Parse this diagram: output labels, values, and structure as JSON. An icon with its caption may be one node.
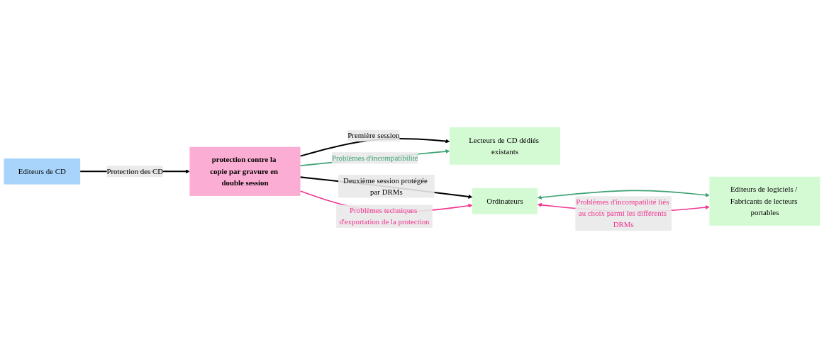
{
  "diagram": {
    "nodes": [
      {
        "text": [
          "Editeurs de CD"
        ]
      },
      {
        "text": [
          "protection contre la copie par gravure en double session"
        ]
      },
      {
        "text": [
          "Lecteurs de CD dédiés existants"
        ]
      },
      {
        "text": [
          "Ordinateurs"
        ]
      },
      {
        "text": [
          "Editeurs de logiciels / Fabricants de lecteurs portables"
        ]
      }
    ],
    "edges": [
      {
        "from": 0,
        "to": 1,
        "arrow": "to",
        "label": "Protection des CD"
      },
      {
        "from": 1,
        "to": 2,
        "arrow": "to",
        "label": "Première session"
      },
      {
        "from": 1,
        "to": 3,
        "arrow": "to",
        "label": "Deuxième session protégée par DRMs"
      },
      {
        "from": 1,
        "to": 2,
        "arrow": "to",
        "label": "Problèmes d'incompatibilité",
        "color": "#3fa274"
      },
      {
        "from": 1,
        "to": 3,
        "arrow": "to",
        "label": "Problèmes techniques d'exportation de la protection",
        "color": "#f0358f"
      },
      {
        "from": 3,
        "to": 4,
        "arrow": "both",
        "color": "#3fa274"
      },
      {
        "from": 3,
        "to": 4,
        "arrow": "both",
        "label": "Problèmes d'incompatilité liés au choix parmi les différents DRMs",
        "color": "#f0358f"
      }
    ]
  }
}
